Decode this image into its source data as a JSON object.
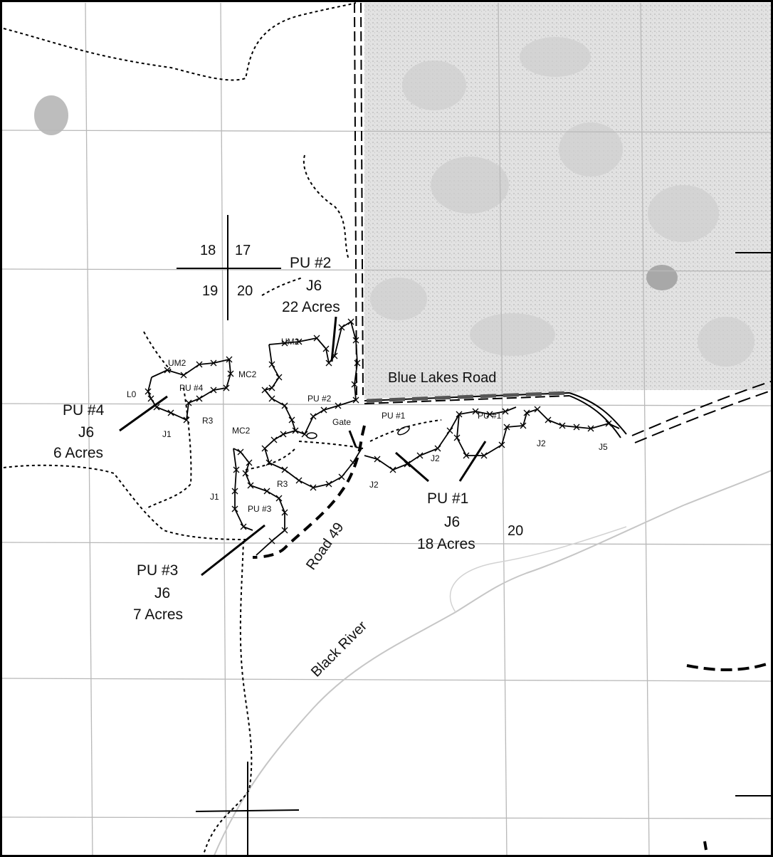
{
  "colors": {
    "background": "#ffffff",
    "grid": "#b5b5b5",
    "forest_fill": "#dedede",
    "forest_blob": "#c4c4c4",
    "boundary": "#000000",
    "river": "#c8c8c8"
  },
  "sections": {
    "nw": "18",
    "ne": "17",
    "sw": "19",
    "se": "20",
    "east": "20"
  },
  "roads": {
    "blue_lakes": "Blue Lakes Road",
    "road_49": "Road 49"
  },
  "river": "Black River",
  "gate": "Gate",
  "units": [
    {
      "id": "PU #1",
      "type": "J6",
      "acres": "18 Acres"
    },
    {
      "id": "PU #2",
      "type": "J6",
      "acres": "22 Acres"
    },
    {
      "id": "PU #3",
      "type": "J6",
      "acres": "7 Acres"
    },
    {
      "id": "PU #4",
      "type": "J6",
      "acres": "6 Acres"
    }
  ],
  "small_labels": {
    "um2_a": "UM2",
    "um2_b": "UM2",
    "mc2_a": "MC2",
    "mc2_b": "MC2",
    "l0": "L0",
    "pu4": "PU #4",
    "pu2": "PU #2",
    "pu1_a": "PU #1",
    "pu1_b": "PU #1",
    "pu3": "PU #3",
    "r3_a": "R3",
    "r3_b": "R3",
    "j1_a": "J1",
    "j1_b": "J1",
    "j2_a": "J2",
    "j2_b": "J2",
    "j2_c": "J2",
    "j5": "J5"
  }
}
